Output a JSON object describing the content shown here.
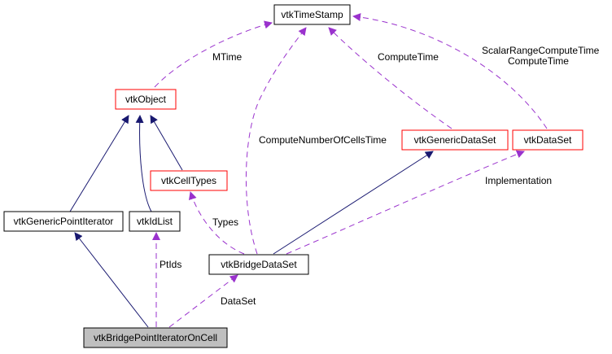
{
  "diagram": {
    "title": "vtkBridgePointIteratorOnCell collaboration graph",
    "colors": {
      "node_border_default": "#000000",
      "node_border_truncated": "#ff0000",
      "node_fill_default": "#ffffff",
      "node_fill_focus": "#bfbfbf",
      "inheritance_edge": "#191970",
      "usage_edge": "#9a32cd"
    },
    "nodes": [
      {
        "id": "vtkTimeStamp",
        "label": "vtkTimeStamp",
        "style": "default"
      },
      {
        "id": "vtkObject",
        "label": "vtkObject",
        "style": "truncated"
      },
      {
        "id": "vtkCellTypes",
        "label": "vtkCellTypes",
        "style": "truncated"
      },
      {
        "id": "vtkGenericDataSet",
        "label": "vtkGenericDataSet",
        "style": "truncated"
      },
      {
        "id": "vtkDataSet",
        "label": "vtkDataSet",
        "style": "truncated"
      },
      {
        "id": "vtkGenericPointIterator",
        "label": "vtkGenericPointIterator",
        "style": "default"
      },
      {
        "id": "vtkIdList",
        "label": "vtkIdList",
        "style": "default"
      },
      {
        "id": "vtkBridgeDataSet",
        "label": "vtkBridgeDataSet",
        "style": "default"
      },
      {
        "id": "vtkBridgePointIteratorOnCell",
        "label": "vtkBridgePointIteratorOnCell",
        "style": "focus"
      }
    ],
    "edges": [
      {
        "from": "vtkObject",
        "to": "vtkTimeStamp",
        "kind": "usage",
        "label": "MTime"
      },
      {
        "from": "vtkBridgeDataSet",
        "to": "vtkTimeStamp",
        "kind": "usage",
        "label": "ComputeNumberOfCellsTime"
      },
      {
        "from": "vtkGenericDataSet",
        "to": "vtkTimeStamp",
        "kind": "usage",
        "label": "ComputeTime"
      },
      {
        "from": "vtkDataSet",
        "to": "vtkTimeStamp",
        "kind": "usage",
        "label": "ScalarRangeComputeTime\nComputeTime"
      },
      {
        "from": "vtkGenericPointIterator",
        "to": "vtkObject",
        "kind": "inheritance",
        "label": ""
      },
      {
        "from": "vtkIdList",
        "to": "vtkObject",
        "kind": "inheritance",
        "label": ""
      },
      {
        "from": "vtkCellTypes",
        "to": "vtkObject",
        "kind": "inheritance",
        "label": ""
      },
      {
        "from": "vtkBridgeDataSet",
        "to": "vtkCellTypes",
        "kind": "usage",
        "label": "Types"
      },
      {
        "from": "vtkBridgeDataSet",
        "to": "vtkGenericDataSet",
        "kind": "inheritance",
        "label": ""
      },
      {
        "from": "vtkBridgeDataSet",
        "to": "vtkDataSet",
        "kind": "usage",
        "label": "Implementation"
      },
      {
        "from": "vtkBridgePointIteratorOnCell",
        "to": "vtkGenericPointIterator",
        "kind": "inheritance",
        "label": ""
      },
      {
        "from": "vtkBridgePointIteratorOnCell",
        "to": "vtkIdList",
        "kind": "usage",
        "label": "PtIds"
      },
      {
        "from": "vtkBridgePointIteratorOnCell",
        "to": "vtkBridgeDataSet",
        "kind": "usage",
        "label": "DataSet"
      }
    ],
    "edge_labels": {
      "mtime": "MTime",
      "compute_number_of_cells_time": "ComputeNumberOfCellsTime",
      "compute_time": "ComputeTime",
      "scalar_range_line1": "ScalarRangeComputeTime",
      "scalar_range_line2": "ComputeTime",
      "types": "Types",
      "implementation": "Implementation",
      "ptids": "PtIds",
      "dataset": "DataSet"
    }
  }
}
